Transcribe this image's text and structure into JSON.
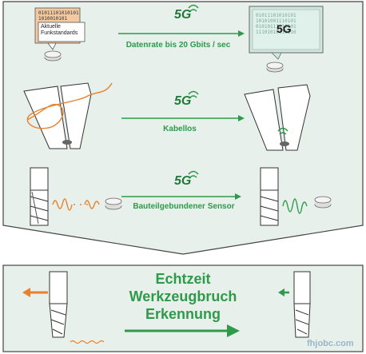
{
  "colors": {
    "panel_bg": "#e7f0ea",
    "panel_border": "#444444",
    "accent_green": "#2e9a4a",
    "dark_green": "#1f7a3a",
    "orange": "#e8812c",
    "screen_green": "#cfe8de"
  },
  "row1": {
    "fiveg": "5G",
    "label": "Datenrate bis 20 Gbits / sec",
    "left_bits": "01011101010101\n1010010101",
    "left_box_line1": "Aktuelle",
    "left_box_line2": "Funkstandards",
    "right_bits": "01011101010101\n10101001110101\n01010111010101\n11101010111110",
    "right_badge": "5G"
  },
  "row2": {
    "fiveg": "5G",
    "label": "Kabellos"
  },
  "row3": {
    "fiveg": "5G",
    "label": "Bauteilgebundener Sensor"
  },
  "bottom": {
    "line1": "Echtzeit",
    "line2": "Werkzeugbruch",
    "line3": "Erkennung"
  },
  "watermark": "fhjobc.com"
}
